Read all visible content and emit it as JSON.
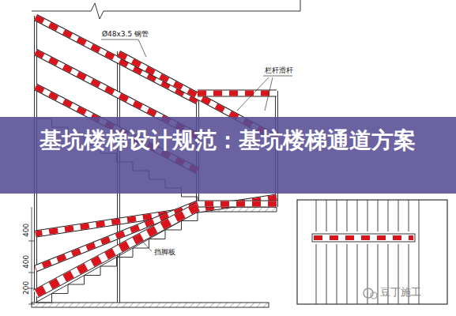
{
  "diagram": {
    "title": "基坑楼梯设计规范：基坑楼梯通道方案",
    "labels": [
      "Ø48x3.5 钢管",
      "栏杆滑杆",
      "挡脚板",
      "400",
      "400",
      "200",
      "豆丁施工"
    ]
  }
}
